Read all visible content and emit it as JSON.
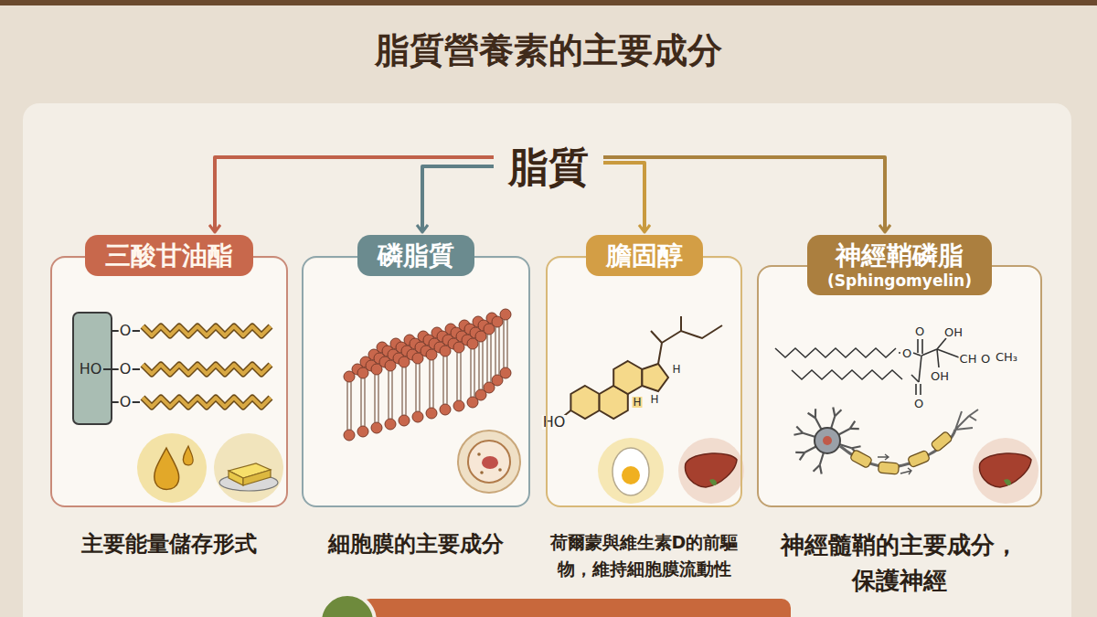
{
  "diagram": {
    "title": "脂質營養素的主要成分",
    "nodes": [
      {
        "text": [
          "脂質"
        ]
      },
      {
        "text": [
          "三酸甘油酯",
          "主要能量儲存形式"
        ]
      },
      {
        "text": [
          "磷脂質",
          "細胞膜的主要成分"
        ]
      },
      {
        "text": [
          "膽固醇",
          "荷爾蒙與維生素D的前驅 物，維持細胞膜流動性"
        ]
      },
      {
        "text": [
          "神經鞘磷脂",
          "(Sphingomyelin)",
          "神經髓鞘的主要成分， 保護神經"
        ]
      }
    ],
    "edges": [
      {
        "from": 0,
        "to": 1,
        "arrow": "to"
      },
      {
        "from": 0,
        "to": 2,
        "arrow": "to"
      },
      {
        "from": 0,
        "to": 3,
        "arrow": "to"
      },
      {
        "from": 0,
        "to": 4,
        "arrow": "to"
      }
    ],
    "labels": [
      "O",
      "HO",
      "O",
      "O",
      "HO",
      "H",
      "H",
      "H",
      "O",
      "OH",
      "O",
      "CH",
      "O",
      "CH₃",
      "OH",
      "O"
    ]
  }
}
